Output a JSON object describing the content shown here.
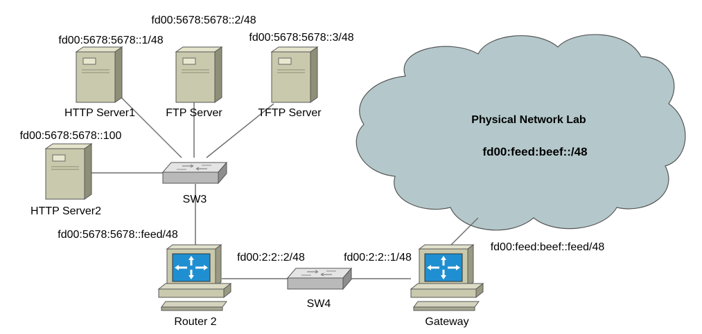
{
  "cloud": {
    "title": "Physical Network Lab",
    "prefix": "fd00:feed:beef::/48",
    "fill": "#b4c8cb"
  },
  "devices": {
    "http_server1": {
      "name": "HTTP Server1",
      "address": "fd00:5678:5678::1/48",
      "icon": "server-icon"
    },
    "ftp_server": {
      "name": "FTP Server",
      "address": "fd00:5678:5678::2/48",
      "icon": "server-icon"
    },
    "tftp_server": {
      "name": "TFTP Server",
      "address": "fd00:5678:5678::3/48",
      "icon": "server-icon"
    },
    "http_server2": {
      "name": "HTTP Server2",
      "address": "fd00:5678:5678::100",
      "icon": "server-icon"
    },
    "sw3": {
      "name": "SW3",
      "icon": "switch-icon"
    },
    "sw4": {
      "name": "SW4",
      "icon": "switch-icon"
    },
    "router2": {
      "name": "Router 2",
      "address_up": "fd00:5678:5678::feed/48",
      "address_right": "fd00:2:2::2/48",
      "icon": "router-workstation-icon"
    },
    "gateway": {
      "name": "Gateway",
      "address_left": "fd00:2:2::1/48",
      "address_cloud": "fd00:feed:beef::feed/48",
      "icon": "router-workstation-icon"
    }
  },
  "colors": {
    "server_face": "#c9c9ad",
    "server_side": "#9a9a82",
    "switch_top": "#e2e2e2",
    "screen": "#1f8fd1",
    "line": "#6f6f6f"
  }
}
